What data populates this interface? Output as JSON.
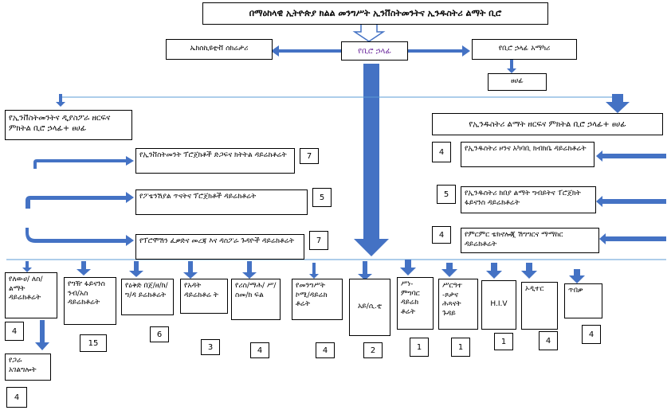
{
  "title": "በማዕከላዊ ኢትዮጵያ ክልል መንግሥት ኢንቨስትመንትና ኢንዱስትሪ ልማት ቢሮ",
  "head": "የቢሮ ኃላፊ",
  "exec_secretary": "ኤክስኪዩቲቭ ሰክሬታሪ",
  "advisor": "የቢሮ ኃላፊ አማካሪ",
  "advisor_sub": "ፀሀፊ",
  "left_deputy": "የኢንቨስትመንትና ዲያስፖራ ዘርፍና ምክትል ቢሮ ኃላፊ+ ፀሀፊ",
  "right_deputy": "የኢንዱስትሪ ልማት ዘርፍና ምክትል ቢሮ ኃላፊ+ ፀሀፊ",
  "left_dirs": [
    {
      "label": "የኢንቨስትመንት ፕሮጀክቶች ድጋፍና ክትትል ዳይሬክቶሬት",
      "count": "7"
    },
    {
      "label": "የፖቴንሽያል ጥናትና ፕሮጀክቶች ዳይሬክቶሬት",
      "count": "5"
    },
    {
      "label": "የፕሮሞሽን ፈቃድና መረጃ እና ዳስፖራ ጉዳዮች ዳይሬክቶሬት",
      "count": "7"
    }
  ],
  "right_dirs": [
    {
      "label": "የኢንዱስትሪ ዞንና አካባቢ ክብክቤ ዳይሬክቶሬት",
      "count": "4"
    },
    {
      "label": "የኢንዱስትሪ ክበያ ልማት ግብይትና ፐሮጀክት ፋይናንስ ዳይሬክቶሬት",
      "count": "5"
    },
    {
      "label": "የምርምር ቴክኖሎጂ ሽግግርና ማማከር ዳይሬክቶሬት",
      "count": "4"
    }
  ],
  "support": [
    {
      "label": "የለውሀ/ ለስ/ ልማት ዳይሬክቶሬት",
      "count": "4"
    },
    {
      "label": "የግዥ ፋይናንስ ንብ/አስ ዳይሬክቶሬት",
      "count": "15"
    },
    {
      "label": "የዕቅድ በጀ/ዘ/ክ/ግ/ዳ ይሬክቶሬት",
      "count": "6"
    },
    {
      "label": "የአዳት ዳይሬክቶሬ ት",
      "count": "3"
    },
    {
      "label": "የሪስ/ማሕ/ ሥ/ስመ/ክ ፍል",
      "count": "4"
    },
    {
      "label": "የመንግሥት ኮሚ/ዳይሬክ ቶሬት",
      "count": "4"
    },
    {
      "label": "አይ/ሲ.ቲ",
      "count": "2"
    },
    {
      "label": "ሥነ- ምግባር ዳይሬክ ቶሬት",
      "count": "1"
    },
    {
      "label": "ሥርዓተ -ጾታና ሕጻናት ጉዳይ",
      "count": "1"
    },
    {
      "label": "H.I.V",
      "count": "1"
    },
    {
      "label": "ኦዲተር",
      "count": "4"
    },
    {
      "label": "ጥበቃ",
      "count": "4"
    }
  ],
  "sub_unit": {
    "label": "የጋራ አገልግሎት",
    "count": "4"
  },
  "colors": {
    "arrow": "#4472c4",
    "line": "#5b9bd5"
  }
}
